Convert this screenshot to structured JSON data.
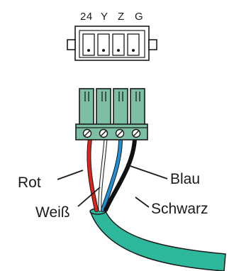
{
  "terminal_labels": [
    "24",
    "Y",
    "Z",
    "G"
  ],
  "wire_labels": {
    "red": "Rot",
    "white": "Weiß",
    "blue": "Blau",
    "black": "Schwarz"
  },
  "colors": {
    "red": "#e2231a",
    "blue": "#1f8fd6",
    "black": "#111111",
    "white": "#f4f4f4",
    "plug": "#7dbfa5",
    "cable": "#2db79b",
    "outline": "#1a1a1a"
  }
}
